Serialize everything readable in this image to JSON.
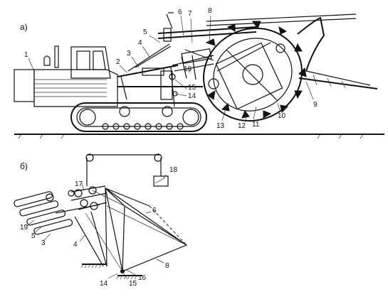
{
  "panels": {
    "a": {
      "label": "а)"
    },
    "b": {
      "label": "б)"
    }
  },
  "callouts_a": [
    "1",
    "2",
    "3",
    "4",
    "5",
    "6",
    "7",
    "8",
    "9",
    "10",
    "11",
    "12",
    "13",
    "14",
    "15",
    "16"
  ],
  "callouts_b": [
    "17",
    "18",
    "19",
    "5",
    "3",
    "4",
    "6",
    "8",
    "14",
    "15",
    "16"
  ]
}
